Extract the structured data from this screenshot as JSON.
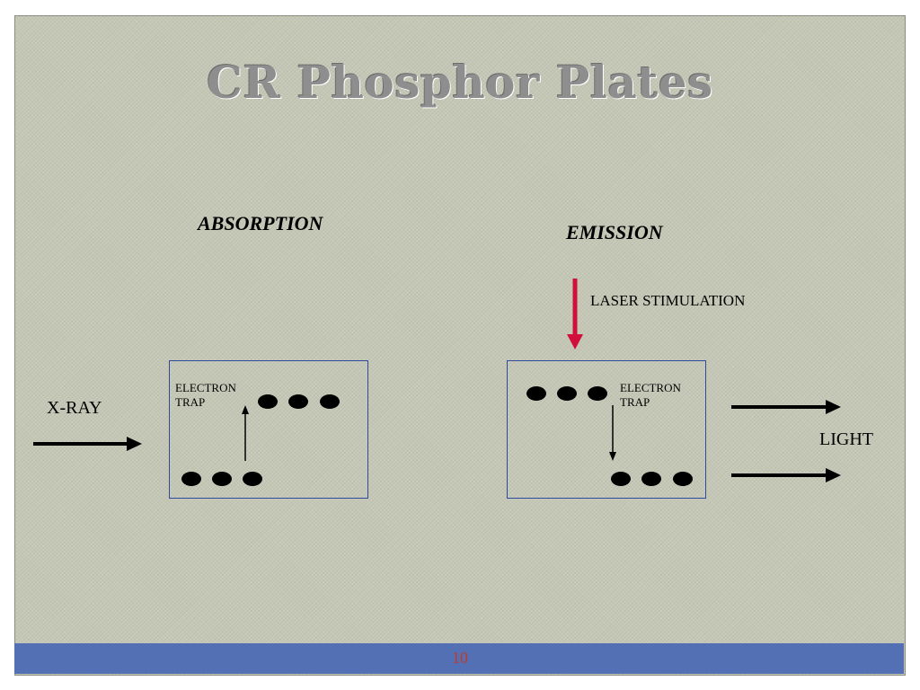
{
  "slide": {
    "title": "CR Phosphor Plates",
    "page_number": "10"
  },
  "absorption": {
    "heading": "ABSORPTION",
    "input_label": "X-RAY",
    "trap_label_line1": "ELECTRON",
    "trap_label_line2": "TRAP"
  },
  "emission": {
    "heading": "EMISSION",
    "stimulus_label": "LASER STIMULATION",
    "output_label": "LIGHT",
    "trap_label_line1": "ELECTRON",
    "trap_label_line2": "TRAP"
  },
  "colors": {
    "slide_background": "#c5c7b6",
    "box_border": "#2e4a9a",
    "laser_arrow": "#d0103a",
    "footer_bar": "#5470b5",
    "page_number": "#c0392b"
  }
}
